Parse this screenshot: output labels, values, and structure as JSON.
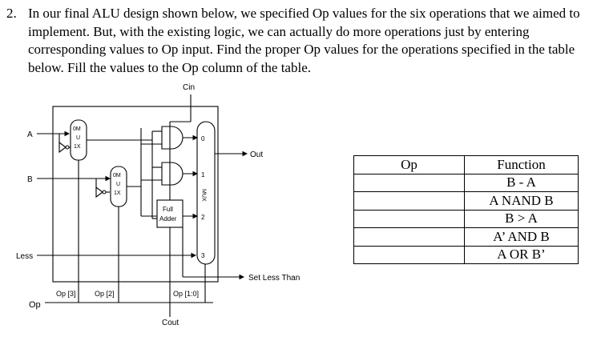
{
  "question": {
    "number": "2.",
    "text": "In our final ALU design shown below, we specified Op values for the six operations that we aimed to implement. But, with the existing logic, we can actually do more operations just by entering corresponding values to Op input. Find the proper Op values for the operations specified in the table below. Fill the values to the Op column of the table."
  },
  "diagram": {
    "labels": {
      "cin": "Cin",
      "a": "A",
      "b": "B",
      "less": "Less",
      "op": "Op",
      "out": "Out",
      "set_less_than": "Set Less Than",
      "cout": "Cout",
      "op3": "Op [3]",
      "op2": "Op [2]",
      "op10": "Op [1:0]",
      "full_adder_line1": "Full",
      "full_adder_line2": "Adder",
      "mux_small_top": "0M",
      "mux_small_mid": "U",
      "mux_small_bot": "1X",
      "mux_big": "MUX",
      "in0": "0",
      "in1": "1",
      "in2": "2",
      "in3": "3"
    }
  },
  "table": {
    "headers": [
      "Op",
      "Function"
    ],
    "rows": [
      {
        "op": "",
        "function": "B - A"
      },
      {
        "op": "",
        "function": "A NAND B"
      },
      {
        "op": "",
        "function": "B > A"
      },
      {
        "op": "",
        "function": "A’ AND B"
      },
      {
        "op": "",
        "function": "A OR B’"
      }
    ]
  }
}
